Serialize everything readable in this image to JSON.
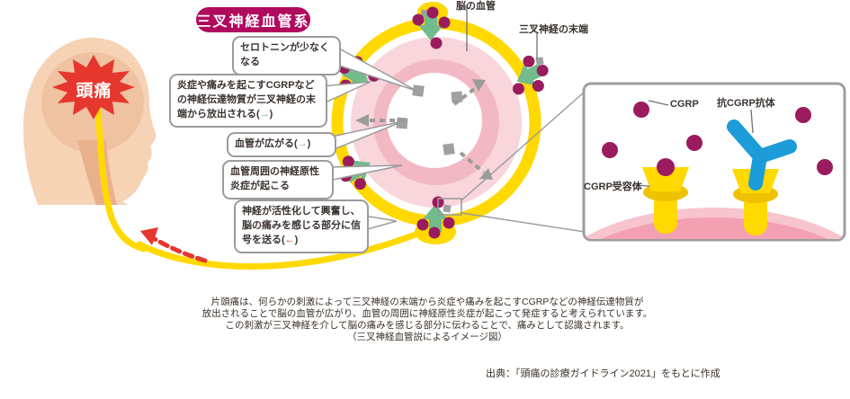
{
  "colors": {
    "badge_bg": "#B00A5E",
    "nerve_yellow": "#FFD900",
    "skin": "#F6D3B5",
    "brain": "#EFC3A2",
    "brainstem": "#E9B18B",
    "pain_red": "#E6372E",
    "vessel_outer_pink": "#F8D6DB",
    "vessel_mid_pink": "#F2B9C4",
    "cgrp_magenta": "#9B1B5F",
    "release_green": "#72BB8C",
    "neutral_gray": "#9B9B9B",
    "antibody_blue": "#1C9CD9",
    "membrane_pink": "#F2A0B2"
  },
  "badge": {
    "label": "三叉神経血管系"
  },
  "head": {
    "pain_label": "頭痛"
  },
  "top_labels": {
    "vessel": "脳の血管",
    "nerve_ending": "三叉神経の末端"
  },
  "callouts": {
    "serotonin": {
      "text": "セロトニンが少なくなる"
    },
    "release": {
      "pre": "炎症や痛みを起こすCGRPなどの神経伝達物質が三叉神経の末端から放出される(",
      "arrow": "→",
      "arrow_style": "color:#4FAE7E",
      "post": ")"
    },
    "dilate": {
      "pre": "血管が広がる(",
      "arrow": "→",
      "arrow_style": "color:#9B9B9B",
      "post": ")"
    },
    "inflammation": {
      "text": "血管周囲の神経原性炎症が起こる"
    },
    "signal": {
      "pre": "神経が活性化して興奮し、脳の痛みを感じる部分に信号を送る(",
      "arrow": "←",
      "arrow_style": "color:#E6372E",
      "post": ")"
    }
  },
  "inset": {
    "cgrp_label": "CGRP",
    "antibody_label": "抗CGRP抗体",
    "receptor_label": "CGRP受容体"
  },
  "caption": {
    "line1": "片頭痛は、何らかの刺激によって三叉神経の末端から炎症や痛みを起こすCGRPなどの神経伝達物質が",
    "line2": "放出されることで脳の血管が広がり、血管の周囲に神経原性炎症が起こって発症すると考えられています。",
    "line3": "この刺激が三叉神経を介して脳の痛みを感じる部分に伝わることで、痛みとして認識されます。",
    "line4": "（三叉神経血管説によるイメージ図）"
  },
  "credit": "出典：「頭痛の診療ガイドライン2021」をもとに作成"
}
